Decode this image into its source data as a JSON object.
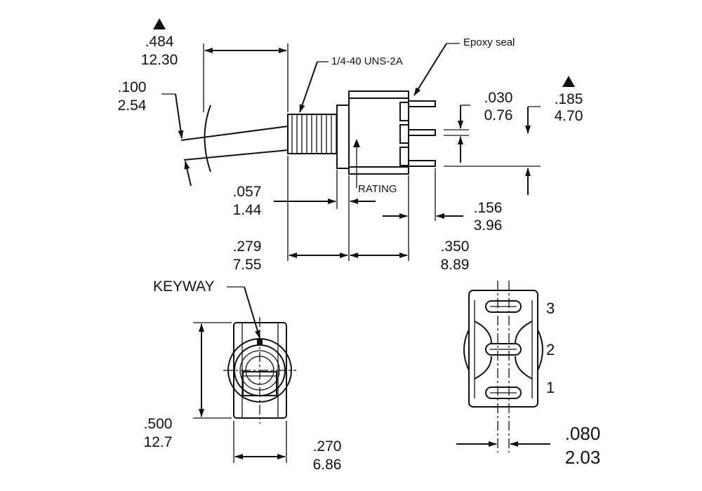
{
  "side_view": {
    "dim_484": {
      "inch": ".484",
      "mm": "12.30"
    },
    "dim_100": {
      "inch": ".100",
      "mm": "2.54"
    },
    "thread_label": "1/4-40 UNS-2A",
    "epoxy_label": "Epoxy seal",
    "dim_030": {
      "inch": ".030",
      "mm": "0.76"
    },
    "dim_185": {
      "inch": ".185",
      "mm": "4.70"
    },
    "rating_label": "RATING",
    "dim_057": {
      "inch": ".057",
      "mm": "1.44"
    },
    "dim_156": {
      "inch": ".156",
      "mm": "3.96"
    },
    "dim_279": {
      "inch": ".279",
      "mm": "7.55"
    },
    "dim_350": {
      "inch": ".350",
      "mm": "8.89"
    }
  },
  "front_view": {
    "keyway_label": "KEYWAY",
    "dim_500": {
      "inch": ".500",
      "mm": "12.7"
    },
    "dim_270": {
      "inch": ".270",
      "mm": "6.86"
    }
  },
  "bottom_view": {
    "pin_labels": [
      "3",
      "2",
      "1"
    ],
    "dim_080": {
      "inch": ".080",
      "mm": "2.03"
    }
  }
}
